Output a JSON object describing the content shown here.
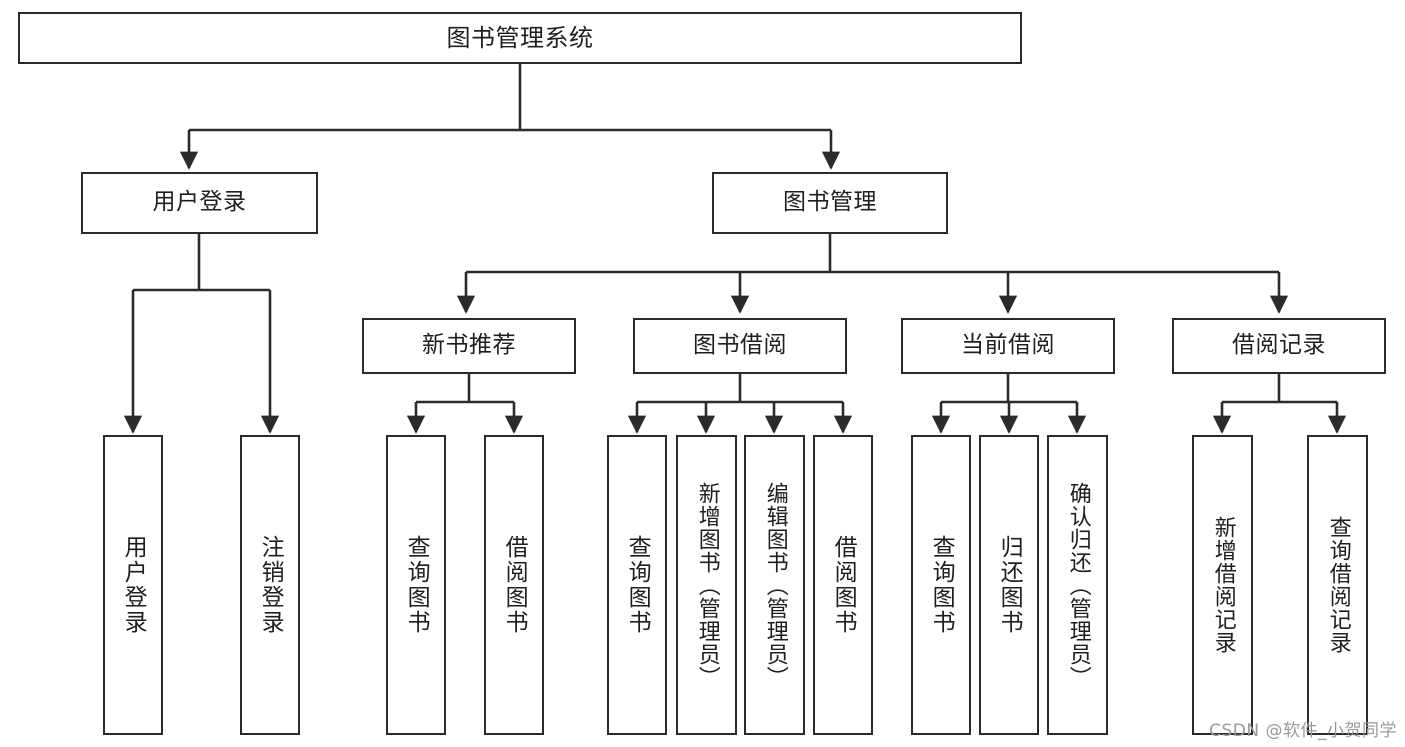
{
  "diagram": {
    "title": "图书管理系统",
    "watermark": "CSDN @软件_小贺同学",
    "colors": {
      "background": "#ffffff",
      "node_border": "#2b2b2b",
      "node_fill": "#ffffff",
      "edge": "#2b2b2b",
      "text": "#1f1f1f",
      "watermark": "#9a9a9a"
    },
    "nodes": {
      "root": {
        "label": "图书管理系统"
      },
      "level1": [
        {
          "label": "用户登录"
        },
        {
          "label": "图书管理"
        }
      ],
      "level2": [
        {
          "label": "新书推荐"
        },
        {
          "label": "图书借阅"
        },
        {
          "label": "当前借阅"
        },
        {
          "label": "借阅记录"
        }
      ],
      "leaves": {
        "user_login": [
          {
            "label": "用户登录"
          },
          {
            "label": "注销登录"
          }
        ],
        "new_book_recommend": [
          {
            "label": "查询图书"
          },
          {
            "label": "借阅图书"
          }
        ],
        "book_borrow": [
          {
            "label": "查询图书"
          },
          {
            "label": "新增图书（管理员）"
          },
          {
            "label": "编辑图书（管理员）"
          },
          {
            "label": "借阅图书"
          }
        ],
        "current_borrow": [
          {
            "label": "查询图书"
          },
          {
            "label": "归还图书"
          },
          {
            "label": "确认归还（管理员）"
          }
        ],
        "borrow_record": [
          {
            "label": "新增借阅记录"
          },
          {
            "label": "查询借阅记录"
          }
        ]
      }
    }
  }
}
